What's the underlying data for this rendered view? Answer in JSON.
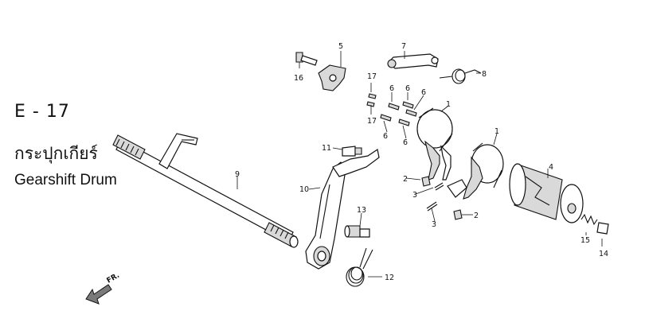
{
  "section": {
    "code": "E - 17",
    "title_thai": "กระปุกเกียร์",
    "title_en": "Gearshift Drum"
  },
  "direction": {
    "label": "FR."
  },
  "callouts": {
    "c1a": "1",
    "c1b": "1",
    "c2a": "2",
    "c2b": "2",
    "c3a": "3",
    "c3b": "3",
    "c4": "4",
    "c5": "5",
    "c6a": "6",
    "c6b": "6",
    "c6c": "6",
    "c6d": "6",
    "c6e": "6",
    "c7": "7",
    "c8": "8",
    "c9": "9",
    "c10": "10",
    "c11": "11",
    "c12": "12",
    "c13": "13",
    "c14": "14",
    "c15": "15",
    "c16": "16",
    "c17a": "17",
    "c17b": "17"
  }
}
